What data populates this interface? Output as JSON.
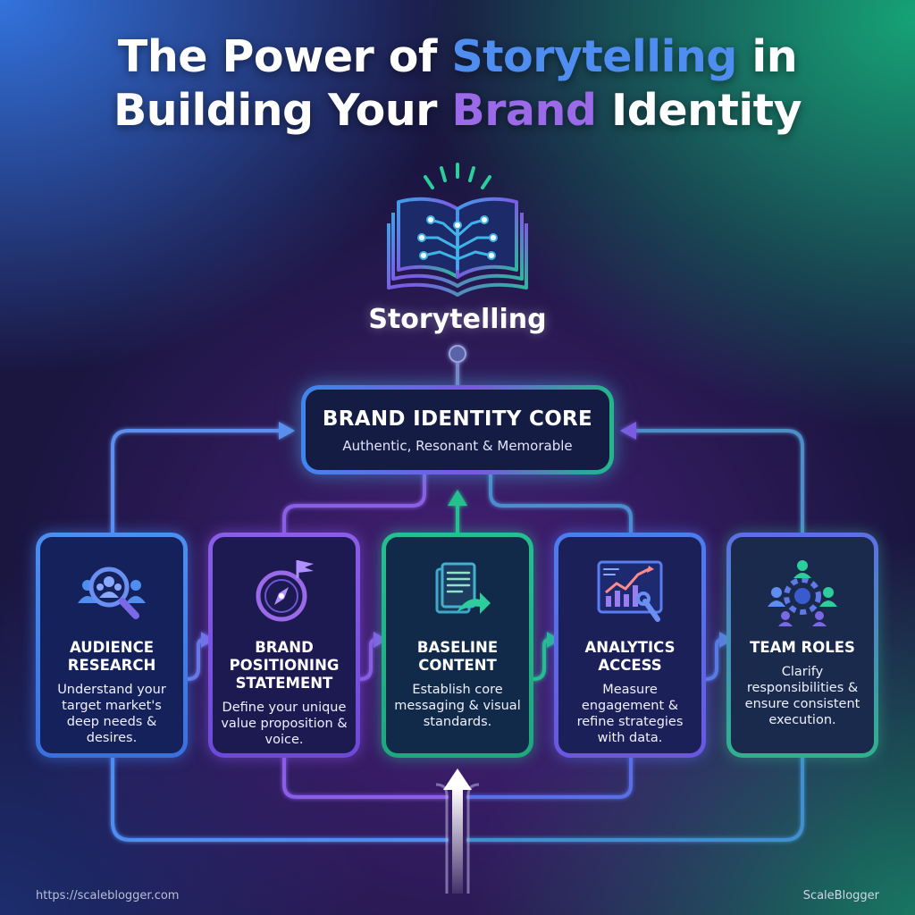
{
  "title": {
    "line1_pre": "The Power of ",
    "line1_highlight": "Storytelling",
    "line1_post": " in",
    "line2_pre": "Building Your ",
    "line2_highlight": "Brand",
    "line2_post": " Identity"
  },
  "hub": {
    "label": "Storytelling",
    "icon": "open-book-circuit-icon"
  },
  "core": {
    "title": "BRAND IDENTITY CORE",
    "subtitle": "Authentic, Resonant & Memorable"
  },
  "cards": [
    {
      "title": "AUDIENCE RESEARCH",
      "description": "Understand your target market's deep needs & desires.",
      "icon": "audience-search-icon"
    },
    {
      "title": "BRAND POSITIONING STATEMENT",
      "description": "Define your unique value proposition & voice.",
      "icon": "compass-flag-icon"
    },
    {
      "title": "BASELINE CONTENT",
      "description": "Establish core messaging & visual standards.",
      "icon": "documents-arrow-icon"
    },
    {
      "title": "ANALYTICS ACCESS",
      "description": "Measure engagement & refine strategies with data.",
      "icon": "analytics-chart-icon"
    },
    {
      "title": "TEAM ROLES",
      "description": "Clarify responsibilities & ensure consistent execution.",
      "icon": "team-gear-icon"
    }
  ],
  "footer": {
    "url": "https://scaleblogger.com",
    "brand": "ScaleBlogger"
  },
  "colors": {
    "blue": "#4f8ef0",
    "purple": "#9a6ae8",
    "green": "#22c08e",
    "background": "#1a1640"
  }
}
